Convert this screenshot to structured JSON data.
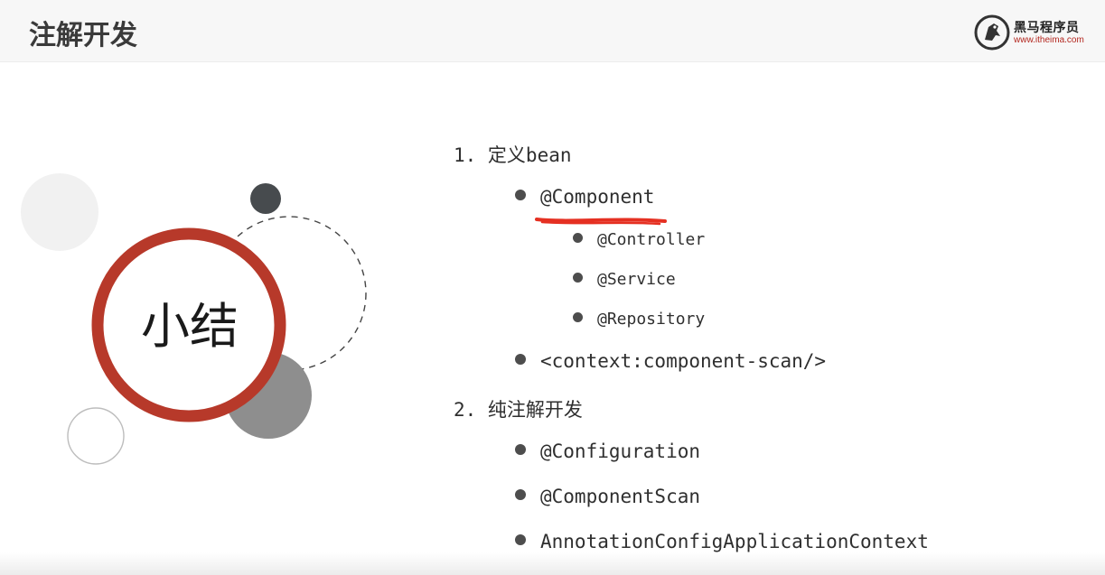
{
  "header": {
    "title": "注解开发",
    "logo": {
      "name": "黑马程序员",
      "url": "www.itheima.com",
      "icon": "horse-logo-icon",
      "accent": "#b3261e"
    }
  },
  "badge": {
    "label": "小结",
    "ring_color": "#b7392a"
  },
  "outline": {
    "items": [
      {
        "level": 1,
        "text": "1. 定义bean"
      },
      {
        "level": 2,
        "text": "@Component"
      },
      {
        "level": 3,
        "text": "@Controller"
      },
      {
        "level": 3,
        "text": "@Service"
      },
      {
        "level": 3,
        "text": "@Repository"
      },
      {
        "level": 2,
        "text": "<context:component-scan/>"
      },
      {
        "level": 1,
        "text": "2. 纯注解开发"
      },
      {
        "level": 2,
        "text": "@Configuration"
      },
      {
        "level": 2,
        "text": "@ComponentScan"
      },
      {
        "level": 2,
        "text": "AnnotationConfigApplicationContext"
      }
    ]
  },
  "colors": {
    "text": "#2f2f2f",
    "annotation": "#e53022",
    "bullet": "#4d4d4d"
  }
}
